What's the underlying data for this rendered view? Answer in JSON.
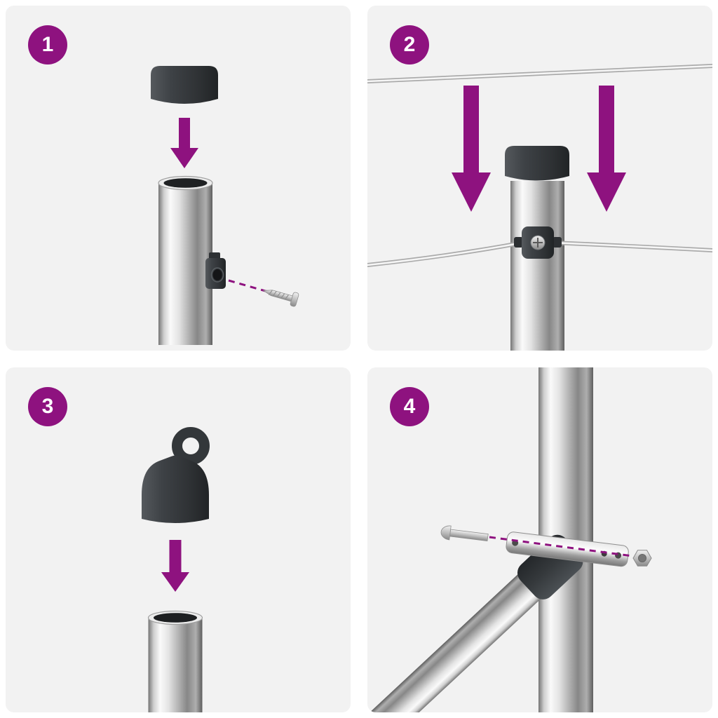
{
  "diagram": {
    "type": "assembly-instructions",
    "accent_color": "#8E127F",
    "panel_background": "#F2F2F2",
    "page_background": "#FFFFFF",
    "steps": [
      {
        "number": "1",
        "parts": [
          "post-cap",
          "down-arrow",
          "steel-post-top",
          "wire-holder-bracket",
          "fixing-screw"
        ]
      },
      {
        "number": "2",
        "parts": [
          "top-tension-wire",
          "down-arrow-left",
          "down-arrow-right",
          "capped-steel-post",
          "wire-holder-clamp",
          "threaded-wire"
        ]
      },
      {
        "number": "3",
        "parts": [
          "eyelet-tension-cap",
          "down-arrow",
          "open-post-top"
        ]
      },
      {
        "number": "4",
        "parts": [
          "steel-post",
          "diagonal-brace",
          "brace-band-clamp",
          "carriage-bolt",
          "hex-nut"
        ]
      }
    ]
  }
}
